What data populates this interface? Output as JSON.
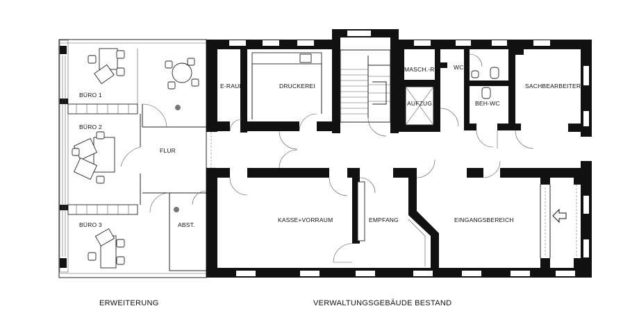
{
  "rooms": {
    "buero1": "BÜRO 1",
    "buero2": "BÜRO 2",
    "buero3": "BÜRO 3",
    "flur": "FLUR",
    "abst": "ABST.",
    "eraum": "E-RAUM",
    "druckerei": "DRUCKEREI",
    "masch": "MASCH.-R.",
    "wc": "WC",
    "aufzug": "AUFZUG",
    "behwc": "BEH-WC",
    "sachbearbeiter": "SACHBEARBEITER",
    "kasse": "KASSE+VORRAUM",
    "empfang": "EMPFANG",
    "eingang": "EINGANGSBEREICH"
  },
  "captions": {
    "erweiterung": "ERWEITERUNG",
    "bestand": "VERWALTUNGSGEBÄUDE BESTAND"
  },
  "colors": {
    "wall": "#111111",
    "background": "#ffffff"
  },
  "icons": {
    "entrance": "arrow-left-icon"
  }
}
